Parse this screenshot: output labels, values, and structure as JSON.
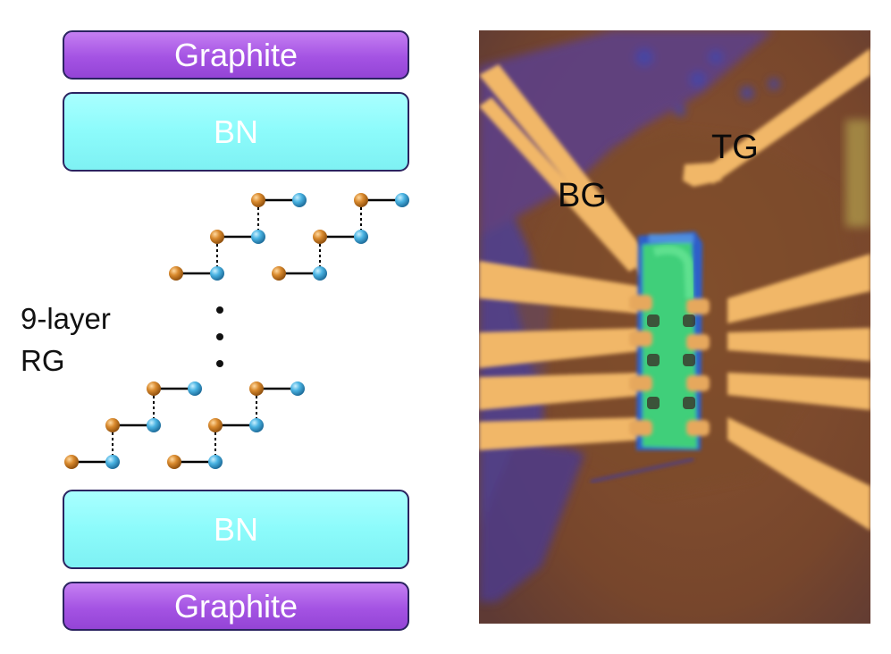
{
  "layers": {
    "top_graphite": "Graphite",
    "top_bn": "BN",
    "bottom_bn": "BN",
    "bottom_graphite": "Graphite"
  },
  "stack_label": {
    "line1": "9-layer",
    "line2": "RG"
  },
  "micrograph": {
    "bottom_gate_label": "BG",
    "top_gate_label": "TG"
  },
  "colors": {
    "graphite": "#a453e3",
    "bn": "#8cfbfb",
    "atom_a": "#c7761c",
    "atom_b": "#3fa6d8",
    "substrate": "#7e4a2e",
    "gold_contact": "#f3bb6e",
    "sample_flake": "#3fcf7a"
  },
  "icons": [
    "atom-a-icon",
    "atom-b-icon",
    "ellipsis-dots-icon"
  ]
}
